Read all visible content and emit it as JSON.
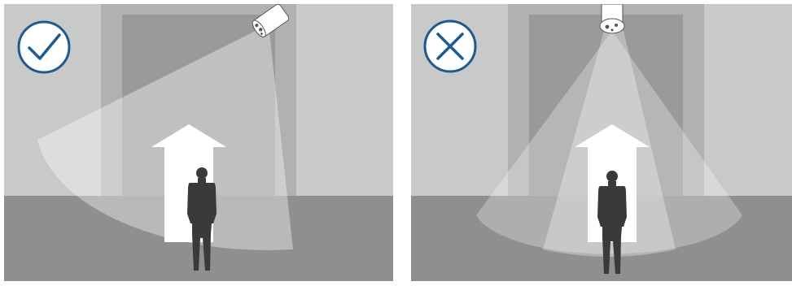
{
  "figure": {
    "panels": [
      {
        "id": "correct",
        "status": "correct",
        "status_icon": "check-icon"
      },
      {
        "id": "incorrect",
        "status": "incorrect",
        "status_icon": "x-icon"
      }
    ],
    "colors": {
      "wall": "#c8c9c9",
      "doorway_frame": "#b0b1b1",
      "doorway_inner": "#999a9a",
      "floor": "#8e8f8f",
      "beam": "#ffffff",
      "arrow": "#ffffff",
      "person": "#3a3a3a",
      "badge": "#1f5a8f",
      "camera_body": "#ffffff",
      "camera_outline": "#555555"
    }
  }
}
